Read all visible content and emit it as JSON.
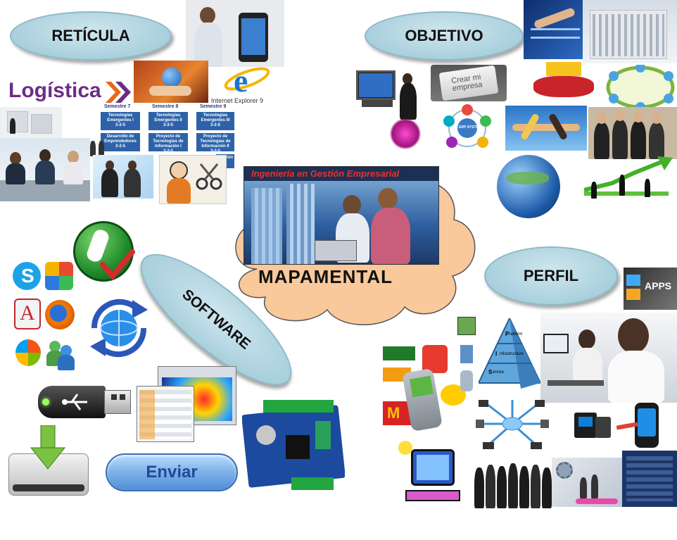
{
  "central": {
    "banner": "Ingeniería en Gestión Empresarial",
    "cloud_label": "MAPAMENTAL"
  },
  "nodes": {
    "reticula": "RETÍCULA",
    "objetivo": "OBJETIVO",
    "perfil": "PERFIL",
    "software": "SOFTWARE"
  },
  "reticula_images": {
    "logistica_label": "Logística",
    "ie_label": "Internet Explorer 9",
    "semesters": [
      "Semestre 7",
      "Semestre 8",
      "Semestre 9"
    ],
    "boxes": [
      [
        "Tecnologías Emergentes I",
        "3-2-5"
      ],
      [
        "Tecnologías Emergentes II",
        "3-2-5"
      ],
      [
        "Tecnologías Emergentes III",
        "3-2-5"
      ],
      [
        "Desarrollo de Emprendedores",
        "3-2-5"
      ],
      [
        "Proyecto de Tecnologías de Información I",
        "3-2-5"
      ],
      [
        "Proyecto de Tecnologías de Información II",
        "3-2-5"
      ]
    ],
    "extra_box": "Gestión"
  },
  "objetivo_images": {
    "key_text": "Crear mi empresa",
    "erp_label": "ERP SYSTEM"
  },
  "perfil_images": {
    "apps_label": "APPS",
    "pyramid_letters": [
      "P",
      "I",
      "S"
    ],
    "pyramid_words": [
      "latform",
      "nfrastructure",
      "ervice"
    ]
  },
  "software": {
    "send_button": "Enviar"
  },
  "colors": {
    "ellipse_fill": "#a9d0dd",
    "cloud_fill": "#f9c89b",
    "banner_text": "#e8322b",
    "send_button": "#7db0e8"
  }
}
